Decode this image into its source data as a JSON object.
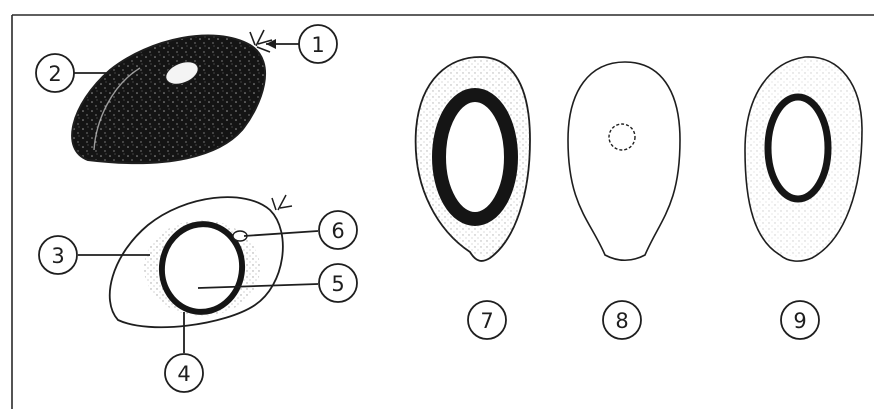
{
  "figure": {
    "callouts": [
      {
        "id": "1",
        "label": "1"
      },
      {
        "id": "2",
        "label": "2"
      },
      {
        "id": "3",
        "label": "3"
      },
      {
        "id": "4",
        "label": "4"
      },
      {
        "id": "5",
        "label": "5"
      },
      {
        "id": "6",
        "label": "6"
      },
      {
        "id": "7",
        "label": "7"
      },
      {
        "id": "8",
        "label": "8"
      },
      {
        "id": "9",
        "label": "9"
      }
    ],
    "colors": {
      "ink": "#1e1e1e",
      "flesh": "#ffffff",
      "seed": "#151515"
    }
  }
}
